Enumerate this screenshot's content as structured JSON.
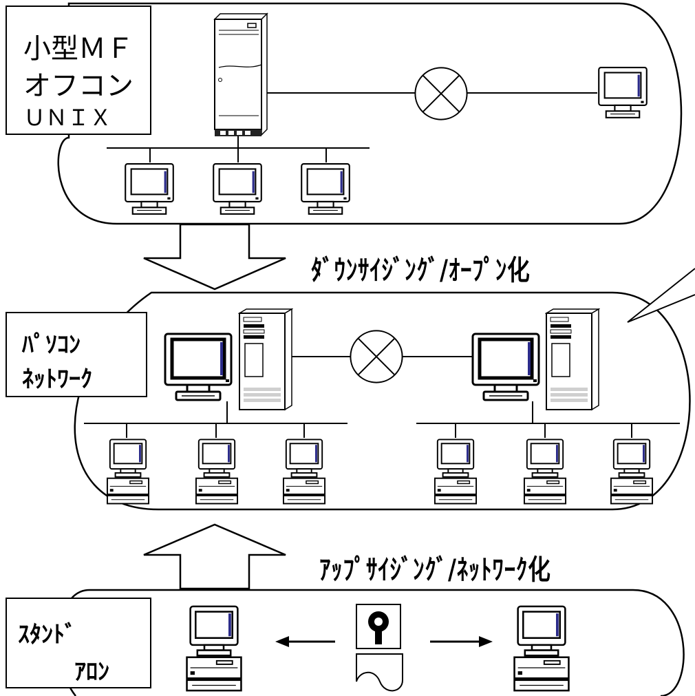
{
  "tiers": {
    "top": {
      "label_lines": [
        "小型ＭＦ",
        "オフコン",
        "ＵＮＩＸ"
      ]
    },
    "middle": {
      "label_lines": [
        "ﾊﾟｿｺﾝ",
        "ﾈｯﾄﾜｰｸ"
      ]
    },
    "bottom": {
      "label_lines": [
        "ｽﾀﾝﾄﾞ",
        "ｱﾛﾝ"
      ]
    }
  },
  "transitions": {
    "down": "ﾀﾞｳﾝｻｲｼﾞﾝｸﾞ/ｵｰﾌﾟﾝ化",
    "up": "ｱｯﾌﾟｻｲｼﾞﾝｸﾞ/ﾈｯﾄﾜｰｸ化"
  },
  "icons": [
    "mainframe-server-icon",
    "tower-server-icon",
    "terminal-monitor-icon",
    "desktop-pc-icon",
    "network-exchange-icon",
    "floppy-disk-icon",
    "paper-form-icon"
  ]
}
